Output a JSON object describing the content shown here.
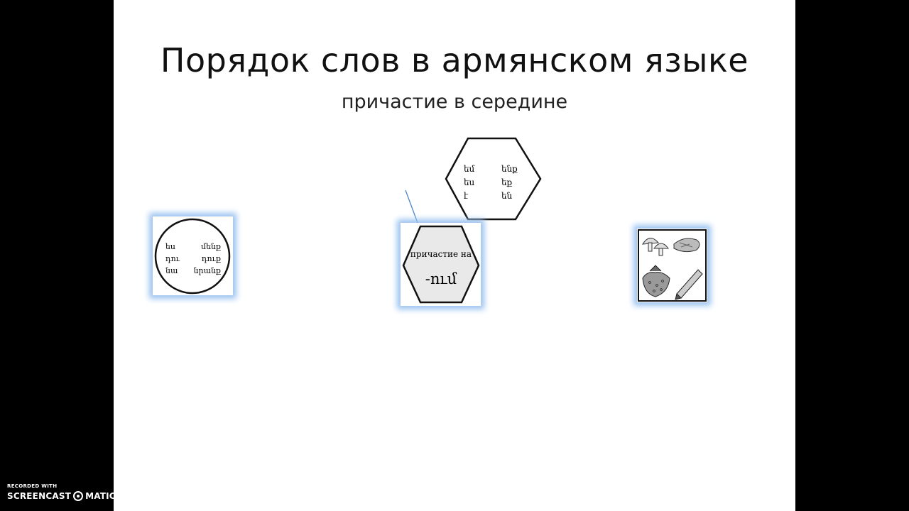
{
  "slide": {
    "title": "Порядок слов в армянском языке",
    "subtitle": "причастие в середине"
  },
  "pronouns_circle": {
    "singular": [
      "ես",
      "դու",
      "նա"
    ],
    "plural": [
      "մենք",
      "դուք",
      "նրանք"
    ]
  },
  "aux_hexagon": {
    "singular": [
      "եմ",
      "ես",
      "է"
    ],
    "plural": [
      "ենք",
      "եք",
      "են"
    ]
  },
  "participle_hexagon": {
    "label": "причастие на",
    "suffix": "-ում"
  },
  "objects_picture": {
    "items": [
      "mushrooms-icon",
      "fish-icon",
      "strawberry-icon",
      "pencil-icon"
    ]
  },
  "watermark": {
    "recorded_with": "RECORDED WITH",
    "brand_left": "SCREENCAST",
    "brand_right": "MATIC"
  }
}
